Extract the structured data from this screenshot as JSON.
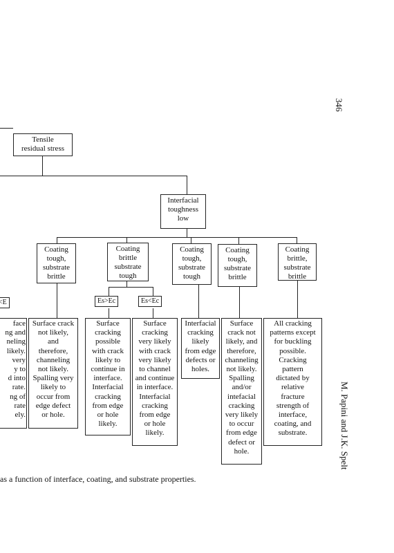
{
  "page_number": "346",
  "running_header": "M. Papini and J.K. Spelt",
  "caption": "as a function of interface, coating, and substrate properties.",
  "diagram": {
    "root": "Tensile\nresidual stress",
    "interfacial": "Interfacial\ntoughness\nlow",
    "partial_tag_left": "<E",
    "coating_nodes": [
      "Coating\ntough,\nsubstrate\nbrittle",
      "Coating\nbrittle\nsubstrate\ntough",
      "Coating\ntough,\nsubstrate\ntough",
      "Coating\ntough,\nsubstrate\nbrittle",
      "Coating\nbrittle,\nsubstrate\nbrittle"
    ],
    "modulus_tags": [
      "Es>Ec",
      "Es<Ec"
    ],
    "leaf_partial_left": "face\nng and\nneling\nlikely.\nvery\ny to\nd into\nrate.\nng of\nrate\nely.",
    "leaves": [
      "Surface crack\nnot likely,\nand\ntherefore,\nchanneling\nnot likely.\nSpalling very\nlikely to\noccur from\nedge defect\nor hole.",
      "Surface\ncracking\npossible\nwith crack\nlikely to\ncontinue in\ninterface.\nInterfacial\ncracking\nfrom edge\nor hole\nlikely.",
      "Surface\ncracking\nvery likely\nwith crack\nvery likely\nto channel\nand continue\nin interface.\nInterfacial\ncracking\nfrom edge\nor hole\nlikely.",
      "Interfacial\ncracking\nlikely\nfrom edge\ndefects or\nholes.",
      "Surface\ncrack not\nlikely, and\ntherefore,\nchanneling\nnot likely.\nSpalling\nand/or\nintefacial\ncracking\nvery likely\nto occur\nfrom edge\ndefect or\nhole.",
      "All cracking\npatterns except\nfor buckling\npossible.\nCracking\npattern\ndictated by\nrelative\nfracture\nstrength of\ninterface,\ncoating, and\nsubstrate."
    ]
  }
}
